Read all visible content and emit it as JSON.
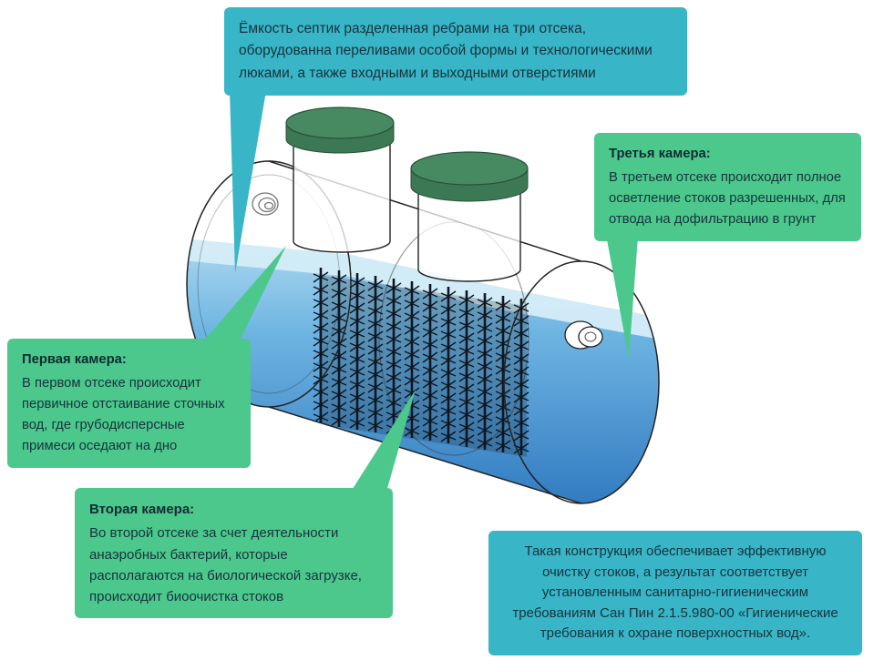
{
  "diagram": {
    "callout_top": {
      "text": "Ёмкость септик разделенная ребрами на три отсека, оборудованна переливами особой формы и технологическими люками, а также входными и выходными отверстиями"
    },
    "callout_first": {
      "title": "Первая камера:",
      "text": "В первом отсеке происходит первичное отстаивание сточных вод, где грубодисперсные примеси оседают на дно"
    },
    "callout_second": {
      "title": "Вторая камера:",
      "text": "Во второй отсеке за счет деятельности анаэробных бактерий, которые располагаются на биологической загрузке, происходит биоочистка стоков"
    },
    "callout_third": {
      "title": "Третья камера:",
      "text": "В третьем отсеке происходит полное осветление стоков разрешенных, для отвода на дофильтрацию в грунт"
    },
    "callout_summary": {
      "text": "Такая конструкция обеспечивает эффективную очистку стоков, а результат соответствует установленным санитарно-гигиеническим требованиям Сан Пин 2.1.5.980-00 «Гигиенические требования к охране поверхностных вод»."
    },
    "colors": {
      "teal_box": "#38b5c6",
      "green_box": "#4cc88c",
      "text_dark": "#16333e",
      "lid_green": "#3c7854",
      "water_deep": "#2e78bf",
      "water_surface": "#d5edf8",
      "brush_dark": "#0e1722"
    }
  }
}
